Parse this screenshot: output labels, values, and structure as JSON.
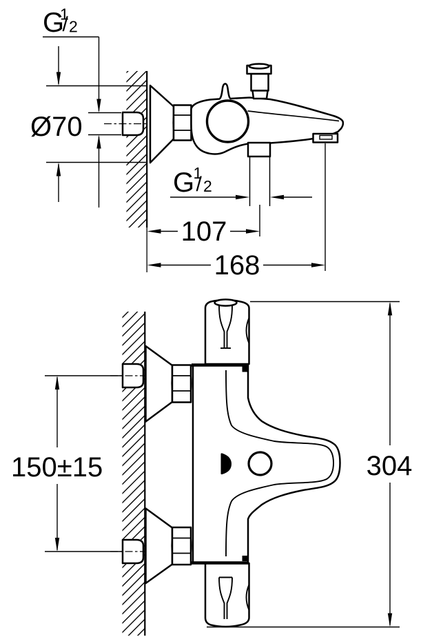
{
  "drawing": {
    "type": "technical installation drawing",
    "product": "wall-mounted thermostatic bath shower mixer",
    "views": {
      "side_view": "side view",
      "front_view": "front view"
    },
    "dimensions": {
      "wall_thread_label": {
        "prefix": "G",
        "numerator": "1",
        "slash": "/",
        "denominator": "2"
      },
      "escutcheon_diameter_label": "Ø70",
      "shower_outlet_thread_label": {
        "prefix": "G",
        "numerator": "1",
        "slash": "/",
        "denominator": "2"
      },
      "wall_to_shower_outlet": "107",
      "wall_to_spout_outlet": "168",
      "inlet_centre_distance": "150±15",
      "overall_height": "304"
    },
    "colors": {
      "line": "#000000",
      "background": "#ffffff"
    }
  }
}
